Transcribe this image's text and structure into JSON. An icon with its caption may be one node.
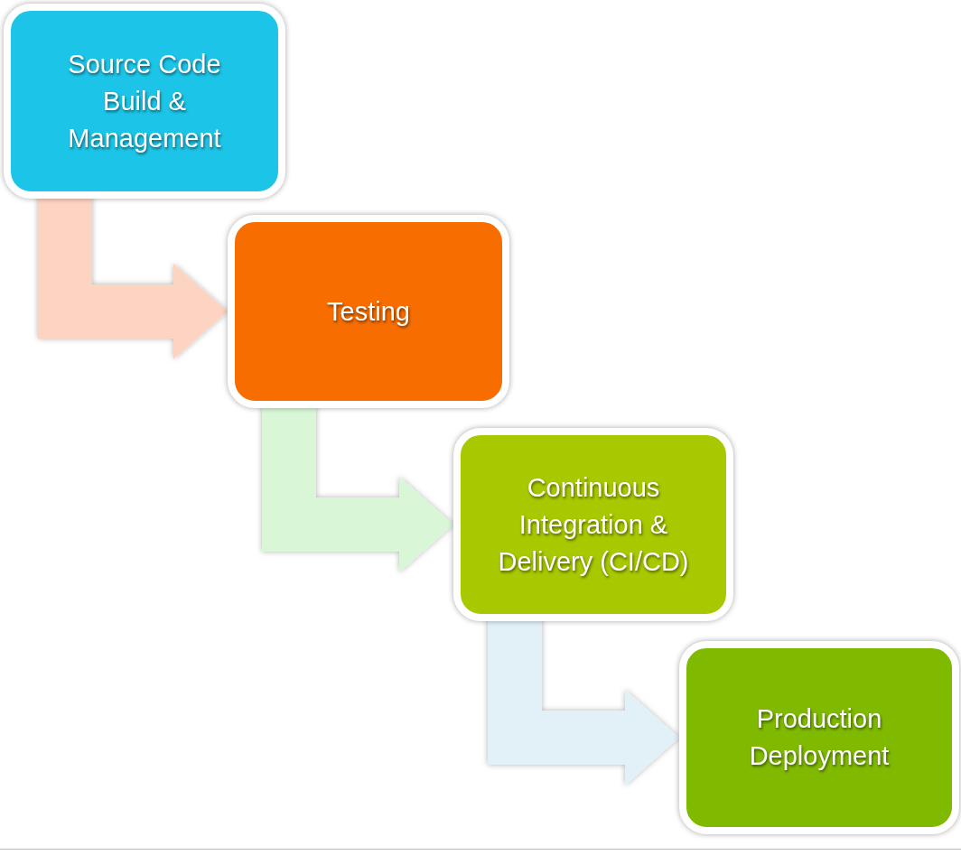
{
  "diagram": {
    "nodes": [
      {
        "text": [
          "Source Code Build & Management"
        ]
      },
      {
        "text": [
          "Testing"
        ]
      },
      {
        "text": [
          "Continuous Integration & Delivery (CI/CD)"
        ]
      },
      {
        "text": [
          "Production Deployment"
        ]
      }
    ],
    "edges": [
      {
        "from": 0,
        "to": 1,
        "arrow": "to",
        "color": "#fdd3c1"
      },
      {
        "from": 1,
        "to": 2,
        "arrow": "to",
        "color": "#d9f7d6"
      },
      {
        "from": 2,
        "to": 3,
        "arrow": "to",
        "color": "#e2f1f8"
      }
    ]
  }
}
